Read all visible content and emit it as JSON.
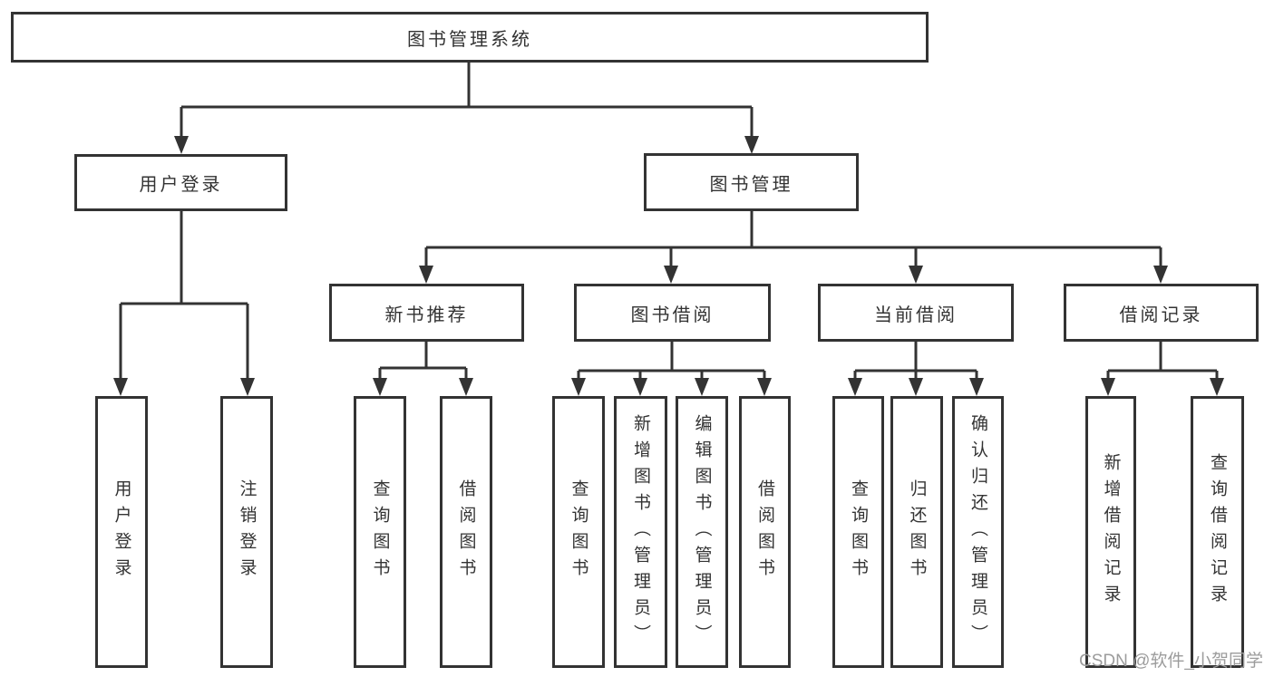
{
  "nodes": {
    "root": "图书管理系统",
    "user_login": "用户登录",
    "book_mgmt": "图书管理",
    "new_books": "新书推荐",
    "book_borrow": "图书借阅",
    "current_borrow": "当前借阅",
    "borrow_records": "借阅记录"
  },
  "leaves": {
    "user_login": [
      "用户登录",
      "注销登录"
    ],
    "new_books": [
      "查询图书",
      "借阅图书"
    ],
    "book_borrow": [
      "查询图书",
      "新增图书（管理员）",
      "编辑图书（管理员）",
      "借阅图书"
    ],
    "current_borrow": [
      "查询图书",
      "归还图书",
      "确认归还（管理员）"
    ],
    "borrow_records": [
      "新增借阅记录",
      "查询借阅记录"
    ]
  },
  "watermark": "CSDN @软件_小贺同学",
  "colors": {
    "line": "#333333",
    "text": "#333333",
    "box_fill": "#ffffff",
    "background": "#ffffff",
    "watermark": "#9c9c9c"
  }
}
